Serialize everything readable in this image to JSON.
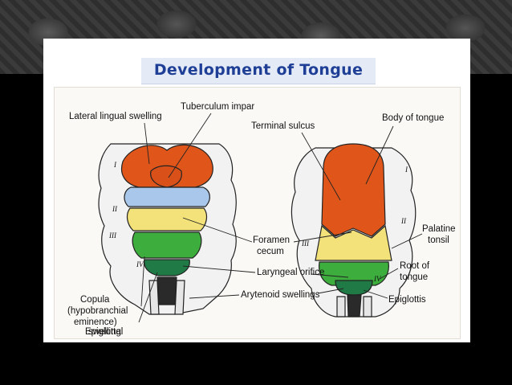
{
  "slide": {
    "title": "Development of Tongue"
  },
  "labels": {
    "lateral_lingual_swelling": "Lateral lingual swelling",
    "tuberculum_impar": "Tuberculum impar",
    "terminal_sulcus": "Terminal sulcus",
    "body_of_tongue": "Body of tongue",
    "foramen": "Foramen",
    "cecum": "cecum",
    "palatine": "Palatine",
    "tonsil": "tonsil",
    "copula_1": "Copula",
    "copula_2": "(hypobranchial",
    "copula_3": "eminence)",
    "laryngeal_orifice": "Laryngeal orifice",
    "root_of": "Root of",
    "tongue": "tongue",
    "arytenoid_swellings": "Arytenoid swellings",
    "epiglottal_1": "Epiglottal",
    "epiglottal_2": "swelling",
    "epiglottis": "Epiglottis"
  },
  "arch_numerals": {
    "left_i": "I",
    "left_ii": "II",
    "left_iii": "III",
    "left_iv": "IV",
    "right_i": "I",
    "right_ii": "II",
    "right_iii": "III",
    "right_iv": "IV"
  },
  "colors": {
    "orange": "#e0561a",
    "blue": "#a9c7ea",
    "yellow": "#f3e27a",
    "green": "#3dad3d",
    "dark_green": "#1f7a45",
    "outline": "#222222"
  }
}
